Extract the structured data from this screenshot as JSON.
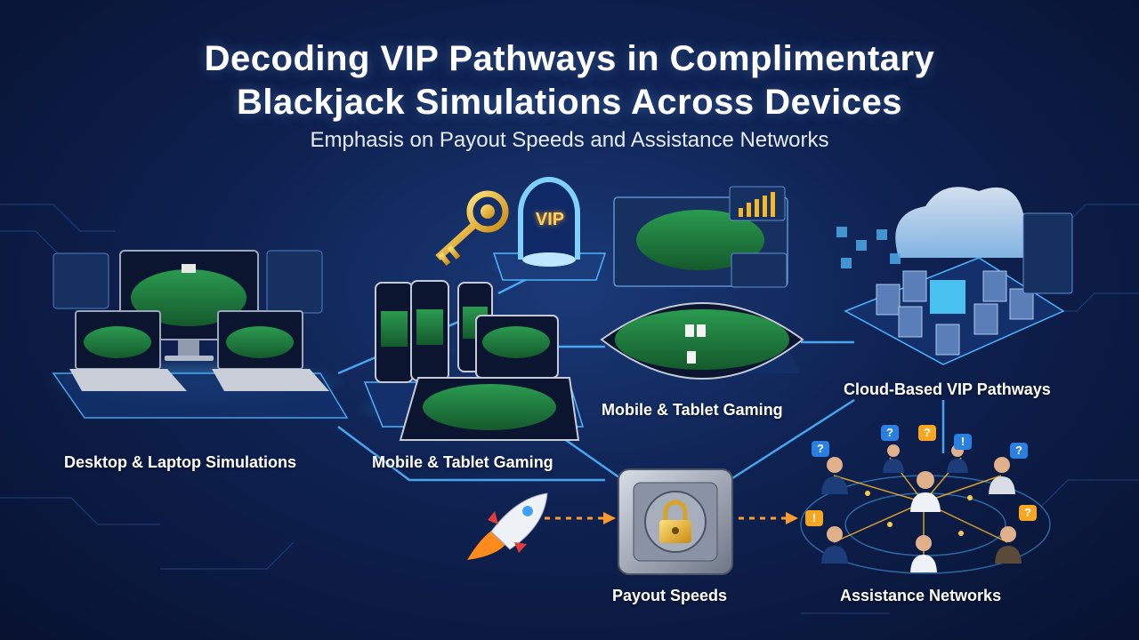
{
  "header": {
    "title_line1": "Decoding VIP Pathways in Complimentary",
    "title_line2": "Blackjack Simulations Across Devices",
    "subtitle": "Emphasis on Payout Speeds and Assistance Networks"
  },
  "sections": {
    "desktop": "Desktop & Laptop Simulations",
    "mobile_left": "Mobile & Tablet Gaming",
    "mobile_center": "Mobile & Tablet Gaming",
    "cloud": "Cloud-Based VIP Pathways",
    "payout": "Payout Speeds",
    "assistance": "Assistance Networks"
  },
  "badges": {
    "vip": "VIP"
  },
  "colors": {
    "background": "#0e2150",
    "glow": "#4fb3ff",
    "table_felt": "#1f7a3e",
    "gold": "#f5b72a",
    "orange_link": "#ff9a2e"
  },
  "icons": [
    "key-icon",
    "vip-arch-icon",
    "cloud-icon",
    "server-rack-icon",
    "rocket-icon",
    "vault-lock-icon",
    "person-avatar-icon",
    "question-bubble-icon"
  ]
}
